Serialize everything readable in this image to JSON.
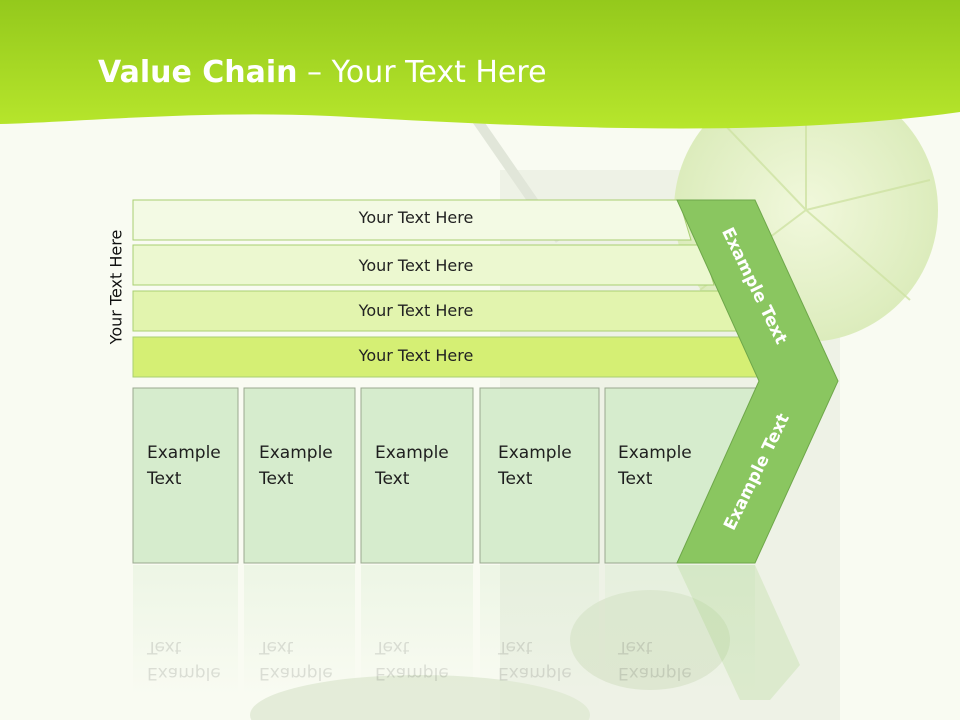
{
  "title": {
    "bold": "Value Chain",
    "rest": " – Your Text Here"
  },
  "side_label": "Your Text Here",
  "bands": [
    "Your Text Here",
    "Your Text Here",
    "Your Text Here",
    "Your Text Here"
  ],
  "columns": [
    {
      "line1": "Example",
      "line2": "Text"
    },
    {
      "line1": "Example",
      "line2": "Text"
    },
    {
      "line1": "Example",
      "line2": "Text"
    },
    {
      "line1": "Example",
      "line2": "Text"
    },
    {
      "line1": "Example",
      "line2": "Text"
    }
  ],
  "chevron": {
    "upper": "Example Text",
    "lower": "Example Text"
  },
  "colors": {
    "header_green": "#a4d71a",
    "band1": "#f3fae4",
    "band2": "#ecf8d0",
    "band3": "#e2f4ae",
    "band4": "#d5ef74",
    "column_fill": "#d6eccd",
    "chevron_fill": "#8ac660"
  }
}
